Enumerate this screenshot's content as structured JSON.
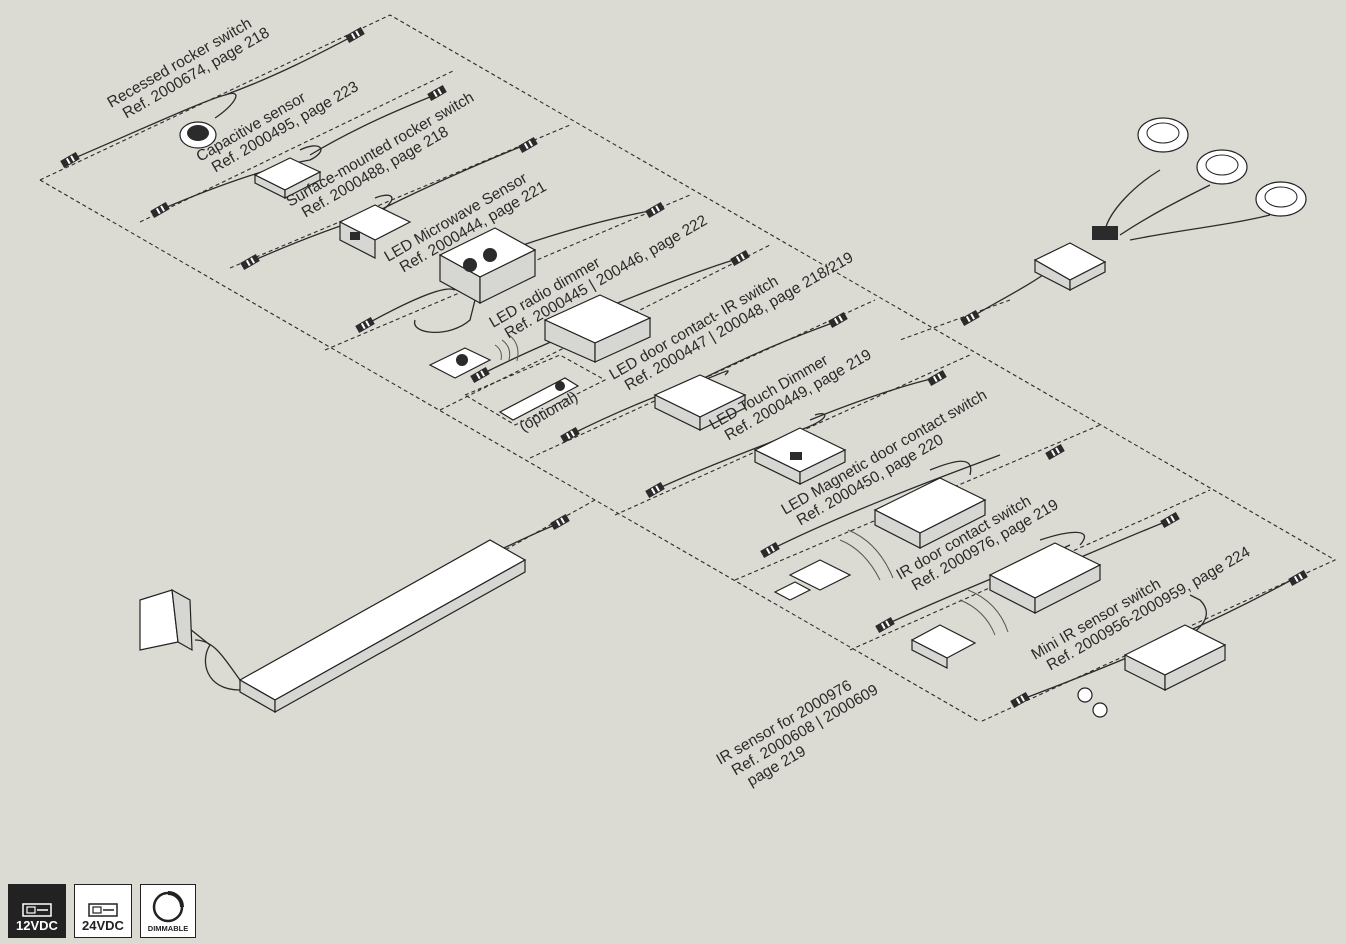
{
  "labels": {
    "recessed": [
      "Recessed rocker switch",
      "Ref. 2000674, page 218"
    ],
    "capacitive": [
      "Capacitive sensor",
      "Ref. 2000495, page 223"
    ],
    "surface": [
      "Surface-mounted rocker switch",
      "Ref. 2000488, page 218"
    ],
    "microwave": [
      "LED Microwave Sensor",
      "Ref. 2000444, page 221"
    ],
    "radio": [
      "LED radio dimmer",
      "Ref. 2000445 | 200446, page 222"
    ],
    "door_ir": [
      "LED door contact- IR switch",
      "Ref. 2000447 | 200048, page 218/219"
    ],
    "touch": [
      "LED Touch Dimmer",
      "Ref. 2000449, page 219"
    ],
    "magnetic": [
      "LED Magnetic door contact switch",
      "Ref. 2000450, page 220"
    ],
    "ir_door": [
      "IR door contact switch",
      "Ref. 2000976, page 219"
    ],
    "mini_ir": [
      "Mini IR sensor switch",
      "Ref. 2000956-2000959, page 224"
    ],
    "ir_sensor": [
      "IR sensor for 2000976",
      "Ref. 2000608 | 2000609",
      "page 219"
    ],
    "optional": "(optional)"
  },
  "badges": {
    "v12": "12VDC",
    "v24": "24VDC",
    "dimmable": "DIMMABLE"
  },
  "colors": {
    "background": "#dcdbd3",
    "line": "#2b2b2b",
    "badge_dark": "#222222"
  }
}
